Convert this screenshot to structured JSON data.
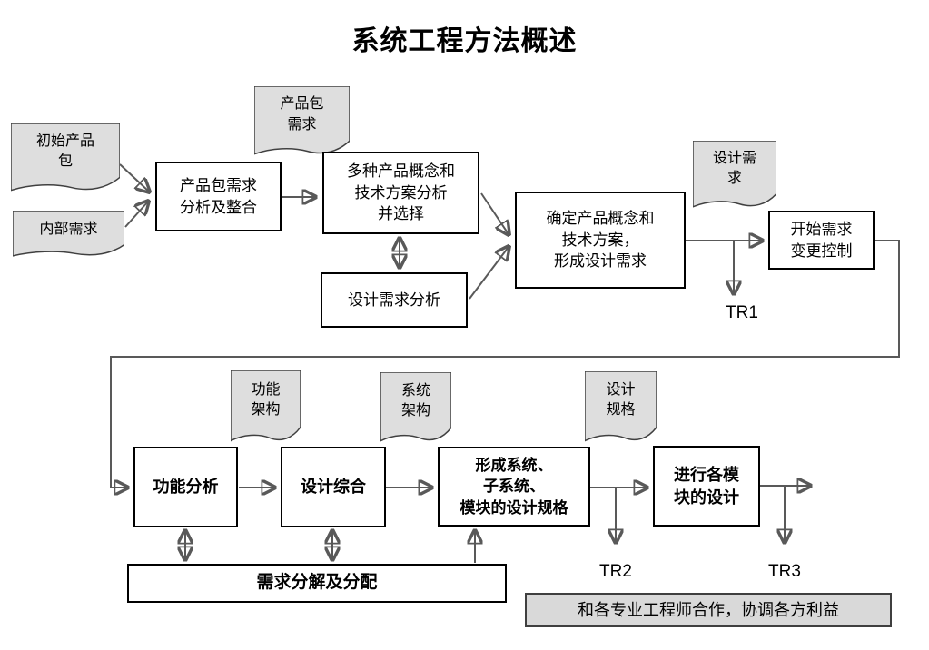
{
  "title": "系统工程方法概述",
  "colors": {
    "document_fill": "#dedede",
    "note_fill": "#d9d9d9",
    "box_fill": "#ffffff",
    "box_border": "#000000",
    "connector": "#595959"
  },
  "nodes": {
    "initial_package": {
      "label": "初始产品\n包"
    },
    "internal_requirements": {
      "label": "内部需求"
    },
    "package_req_doc": {
      "label": "产品包\n需求"
    },
    "package_req_analysis": {
      "label": "产品包需求\n分析及整合"
    },
    "concept_analysis": {
      "label": "多种产品概念和\n技术方案分析\n并选择"
    },
    "design_req_analysis": {
      "label": "设计需求分析"
    },
    "confirm_concept": {
      "label": "确定产品概念和\n技术方案，\n形成设计需求"
    },
    "design_req_doc": {
      "label": "设计需\n求"
    },
    "change_control": {
      "label": "开始需求\n变更控制"
    },
    "tr1": {
      "label": "TR1"
    },
    "functional_arch_doc": {
      "label": "功能\n架构"
    },
    "system_arch_doc": {
      "label": "系统\n架构"
    },
    "design_spec_doc": {
      "label": "设计\n规格"
    },
    "functional_analysis": {
      "label": "功能分析"
    },
    "design_synthesis": {
      "label": "设计综合"
    },
    "form_design_spec": {
      "label": "形成系统、\n子系统、\n模块的设计规格"
    },
    "module_design": {
      "label": "进行各模\n块的设计"
    },
    "req_decomposition": {
      "label": "需求分解及分配"
    },
    "tr2": {
      "label": "TR2"
    },
    "tr3": {
      "label": "TR3"
    },
    "collaboration_note": {
      "label": "和各专业工程师合作，协调各方利益"
    }
  }
}
